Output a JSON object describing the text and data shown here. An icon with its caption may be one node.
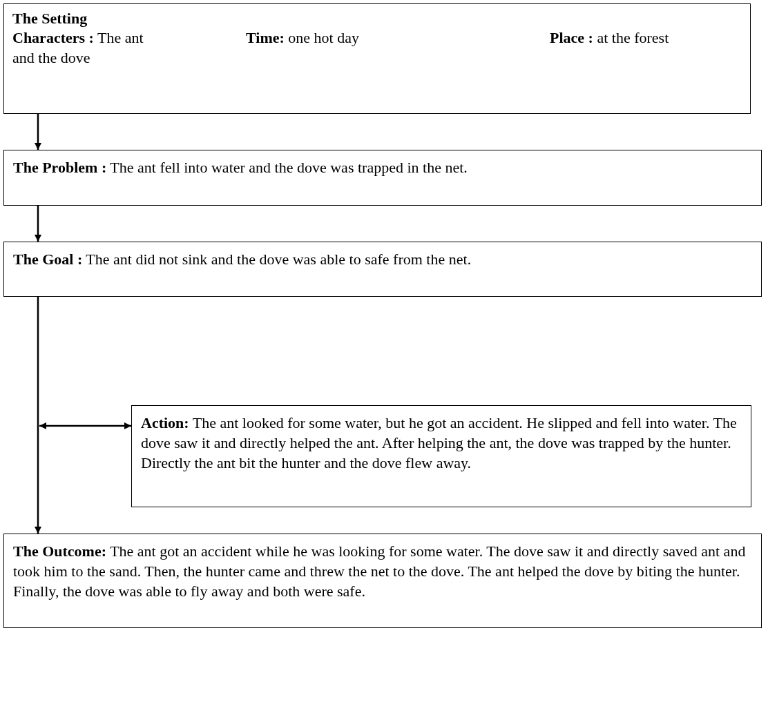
{
  "diagram": {
    "nodes": [
      {
        "text": [
          "The Setting",
          "**Characters :** The ant and the dove",
          "**Time:** one hot day",
          "**Place :**  at the forest"
        ]
      },
      {
        "text": [
          "**The Problem :** The ant fell into water and the dove was trapped in the net."
        ]
      },
      {
        "text": [
          "**The Goal :** The ant did not sink and the dove was able to safe from the net."
        ]
      },
      {
        "text": [
          "**Action:** The ant looked for some water, but he got an accident. He slipped and fell into water. The dove saw it and directly helped the ant. After helping the ant, the dove was trapped by the hunter. Directly the ant bit the hunter and the dove flew away."
        ]
      },
      {
        "text": [
          "**The Outcome:** The ant got an accident while he was looking for some water. The dove saw it and directly saved ant and took him to the sand. Then, the hunter came and threw the net to the dove. The ant helped the dove by biting the hunter. Finally, the dove was able to fly away and both were safe."
        ]
      }
    ],
    "edges": [
      {
        "from": 0,
        "to": 1,
        "arrow": "to"
      },
      {
        "from": 1,
        "to": 2,
        "arrow": "to"
      },
      {
        "from": 2,
        "to": 4,
        "arrow": "to"
      },
      {
        "from": null,
        "to": 3,
        "arrow": "both"
      }
    ]
  }
}
